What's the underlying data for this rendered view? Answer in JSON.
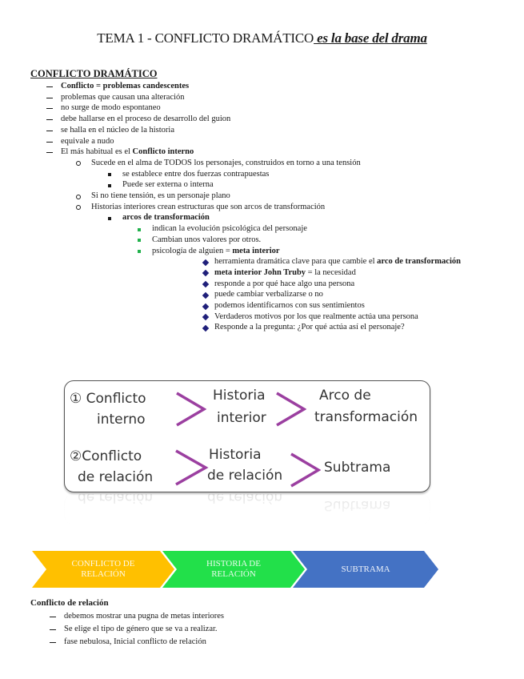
{
  "document": {
    "title_main": "TEMA 1 - CONFLICTO DRAMÁTICO",
    "title_sub": " es la base del drama",
    "section1": {
      "heading": "CONFLICTO DRAMÁTICO",
      "items": [
        {
          "level": 1,
          "bullet": "dash",
          "parts": [
            {
              "text": "Conflicto = problemas candescentes",
              "bold": true
            }
          ]
        },
        {
          "level": 1,
          "bullet": "dash",
          "parts": [
            {
              "text": "problemas que causan una alteración"
            }
          ]
        },
        {
          "level": 1,
          "bullet": "dash",
          "parts": [
            {
              "text": "no surge de modo espontaneo"
            }
          ]
        },
        {
          "level": 1,
          "bullet": "dash",
          "parts": [
            {
              "text": "debe hallarse en el proceso de desarrollo del guion"
            }
          ]
        },
        {
          "level": 1,
          "bullet": "dash",
          "parts": [
            {
              "text": "se halla en el núcleo de la historia"
            }
          ]
        },
        {
          "level": 1,
          "bullet": "dash",
          "parts": [
            {
              "text": "equivale a nudo"
            }
          ]
        },
        {
          "level": 1,
          "bullet": "dash",
          "parts": [
            {
              "text": "El más habitual es el "
            },
            {
              "text": "Conflicto interno",
              "bold": true
            }
          ]
        },
        {
          "level": 2,
          "bullet": "circle",
          "parts": [
            {
              "text": "Sucede en el alma de TODOS los personajes, construidos en torno a una tensión"
            }
          ]
        },
        {
          "level": 3,
          "bullet": "square",
          "parts": [
            {
              "text": "se establece entre dos fuerzas contrapuestas"
            }
          ]
        },
        {
          "level": 3,
          "bullet": "square",
          "parts": [
            {
              "text": "Puede ser externa o interna"
            }
          ]
        },
        {
          "level": 2,
          "bullet": "circle",
          "parts": [
            {
              "text": "Si no tiene tensión, es un personaje plano"
            }
          ]
        },
        {
          "level": 2,
          "bullet": "circle",
          "parts": [
            {
              "text": "Historias interiores crean estructuras que son arcos de transformación"
            }
          ]
        },
        {
          "level": 3,
          "bullet": "square",
          "parts": [
            {
              "text": "arcos de transformación",
              "bold": true
            }
          ]
        },
        {
          "level": 4,
          "bullet": "green-square",
          "parts": [
            {
              "text": "indican la evolución psicológica del personaje"
            }
          ]
        },
        {
          "level": 4,
          "bullet": "green-square",
          "parts": [
            {
              "text": "Cambian unos valores por otros."
            }
          ]
        },
        {
          "level": 4,
          "bullet": "green-square",
          "parts": [
            {
              "text": "psicología de alguien = "
            },
            {
              "text": "meta interior",
              "bold": true
            }
          ]
        },
        {
          "level": 5,
          "bullet": "diamond",
          "parts": [
            {
              "text": "herramienta dramática clave para que cambie el "
            },
            {
              "text": "arco de transformación",
              "bold": true
            }
          ]
        },
        {
          "level": 5,
          "bullet": "diamond",
          "parts": [
            {
              "text": "meta interior John Truby",
              "bold": true
            },
            {
              "text": " = la necesidad"
            }
          ]
        },
        {
          "level": 5,
          "bullet": "diamond",
          "parts": [
            {
              "text": "responde a por qué hace algo una persona"
            }
          ]
        },
        {
          "level": 5,
          "bullet": "diamond",
          "parts": [
            {
              "text": "puede cambiar verbalizarse o no"
            }
          ]
        },
        {
          "level": 5,
          "bullet": "diamond",
          "parts": [
            {
              "text": "podemos identificarnos con sus sentimientos"
            }
          ]
        },
        {
          "level": 5,
          "bullet": "diamond",
          "parts": [
            {
              "text": "Verdaderos motivos por los que realmente actúa una persona"
            }
          ]
        },
        {
          "level": 5,
          "bullet": "diamond",
          "parts": [
            {
              "text": "Responde a la pregunta: ¿Por qué actúa así el personaje?"
            }
          ]
        }
      ]
    },
    "diagram": {
      "row1": {
        "marker": "①",
        "step1": [
          "Conflicto",
          "interno"
        ],
        "step2": [
          "Historia",
          "interior"
        ],
        "step3": [
          "Arco de",
          "transformación"
        ]
      },
      "row2": {
        "marker": "②",
        "step1": [
          "Conflicto",
          "de relación"
        ],
        "step2": [
          "Historia",
          "de relación"
        ],
        "step3": [
          "Subtrama"
        ]
      },
      "arrow_color": "#9b3fa0",
      "reflection": [
        "de relación",
        "de relación",
        "Subtrama"
      ]
    },
    "process": {
      "steps": [
        {
          "label": "CONFLICTO DE RELACIÓN",
          "lines": [
            "CONFLICTO DE",
            "RELACIÓN"
          ],
          "color": "#ffc000"
        },
        {
          "label": "HISTORIA DE RELACIÓN",
          "lines": [
            "HISTORIA DE",
            "RELACIÓN"
          ],
          "color": "#22e04a"
        },
        {
          "label": "SUBTRAMA",
          "lines": [
            "SUBTRAMA"
          ],
          "color": "#4472c4"
        }
      ]
    },
    "section2": {
      "heading": "Conflicto de relación",
      "items": [
        "debemos mostrar una pugna de metas interiores",
        "Se elige el tipo de género que se va a realizar.",
        "fase nebulosa, Inicial conflicto de relación"
      ]
    }
  }
}
